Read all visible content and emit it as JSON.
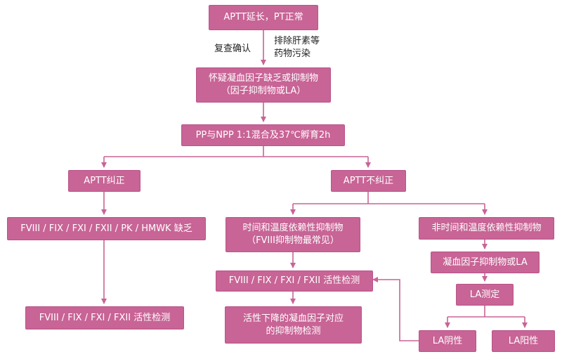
{
  "colors": {
    "box": "#c86496",
    "line": "#c86496",
    "text": "#ffffff"
  },
  "nodes": {
    "start": "APTT延长，PT正常",
    "suspect_l1": "怀疑凝血因子缺乏或抑制物",
    "suspect_l2": "（因子抑制物或LA）",
    "mix": "PP与NPP 1:1混合及37℃孵育2h",
    "corrected": "APTT纠正",
    "not_corrected": "APTT不纠正",
    "deficiency": "FVIII / FIX / FXI / FXII / PK / HMWK 缺乏",
    "activity_left": "FVIII / FIX / FXI / FXII 活性检测",
    "time_dep_l1": "时间和温度依赖性抑制物",
    "time_dep_l2": "（FVIII抑制物最常见）",
    "non_time_dep": "非时间和温度依赖性抑制物",
    "activity_mid": "FVIII / FIX / FXI / FXII 活性检测",
    "factor_or_la": "凝血因子抑制物或LA",
    "la_test": "LA测定",
    "decreased_l1": "活性下降的凝血因子对应",
    "decreased_l2": "的抑制物检测",
    "la_neg": "LA阴性",
    "la_pos": "LA阳性"
  },
  "annotations": {
    "confirm": "复查确认",
    "exclude_l1": "排除肝素等",
    "exclude_l2": "药物污染"
  }
}
